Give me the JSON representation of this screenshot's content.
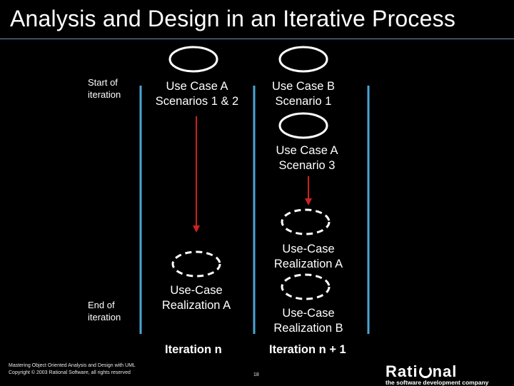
{
  "slide": {
    "title": "Analysis and Design in an Iterative Process",
    "start_label": "Start of\niteration",
    "end_label": "End of\niteration"
  },
  "diagram": {
    "uc_a_label": "Use Case A\nScenarios 1 & 2",
    "uc_b_label": "Use Case B\nScenario 1",
    "uc_a3_label": "Use Case A\nScenario 3",
    "real_a_left_label": "Use-Case\nRealization A",
    "real_a_right_label": "Use-Case\nRealization A",
    "real_b_label": "Use-Case\nRealization B",
    "iteration_n": "Iteration n",
    "iteration_n1": "Iteration n + 1"
  },
  "colors": {
    "timeline": "#49a6d6",
    "arrow": "#cc2222",
    "rule": "#6e93b0"
  },
  "footer": {
    "course": "Mastering Object Oriented Analysis and Design with UML\nCopyright © 2003 Rational Software, all rights reserved",
    "page_number": "18"
  },
  "logo": {
    "word_start": "Rati",
    "word_end": "nal",
    "tagline": "the software development company"
  }
}
